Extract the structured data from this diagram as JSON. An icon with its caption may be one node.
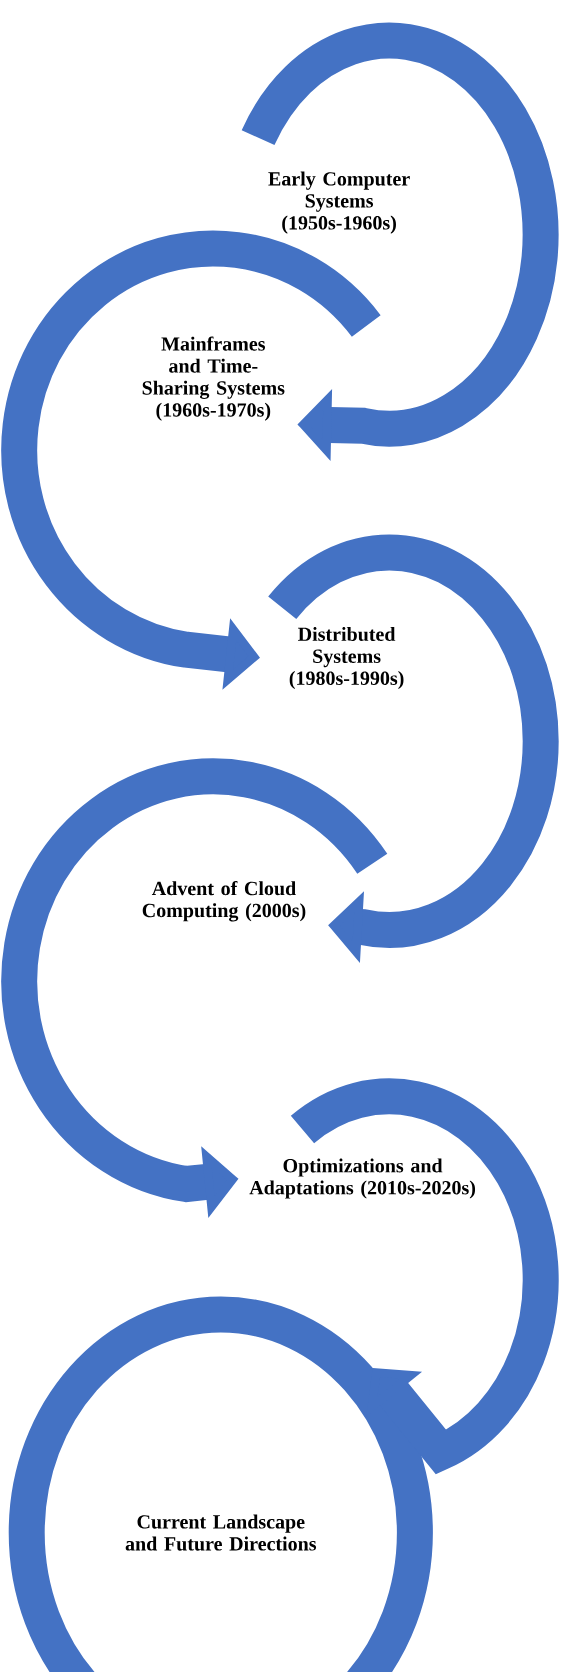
{
  "diagram": {
    "nodes": [
      {
        "text": [
          "Early Computer Systems (1950s-1960s)"
        ]
      },
      {
        "text": [
          "Mainframes and Time-Sharing Systems (1960s-1970s)"
        ]
      },
      {
        "text": [
          "Distributed Systems (1980s-1990s)"
        ]
      },
      {
        "text": [
          "Advent of Cloud Computing (2000s)"
        ]
      },
      {
        "text": [
          "Optimizations and Adaptations (2010s-2020s)"
        ]
      },
      {
        "text": [
          "Current Landscape and Future Directions"
        ]
      }
    ],
    "edges": [
      {
        "from": 0,
        "to": 1,
        "arrow": "to"
      },
      {
        "from": 1,
        "to": 2,
        "arrow": "to"
      },
      {
        "from": 2,
        "to": 3,
        "arrow": "to"
      },
      {
        "from": 3,
        "to": 4,
        "arrow": "to"
      },
      {
        "from": 4,
        "to": 5,
        "arrow": "to"
      }
    ]
  }
}
